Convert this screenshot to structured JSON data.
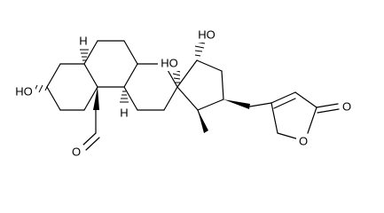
{
  "molecule": {
    "labels": {
      "hydroxyl_c3": "HO",
      "hydroxyl_c14": "HO",
      "hydroxyl_c15": "HO",
      "hydrogen_c5": "H",
      "hydrogen_c9": "H",
      "aldehyde_oxygen": "O",
      "lactone_carbonyl_oxygen": "O",
      "lactone_ring_oxygen": "O"
    }
  }
}
